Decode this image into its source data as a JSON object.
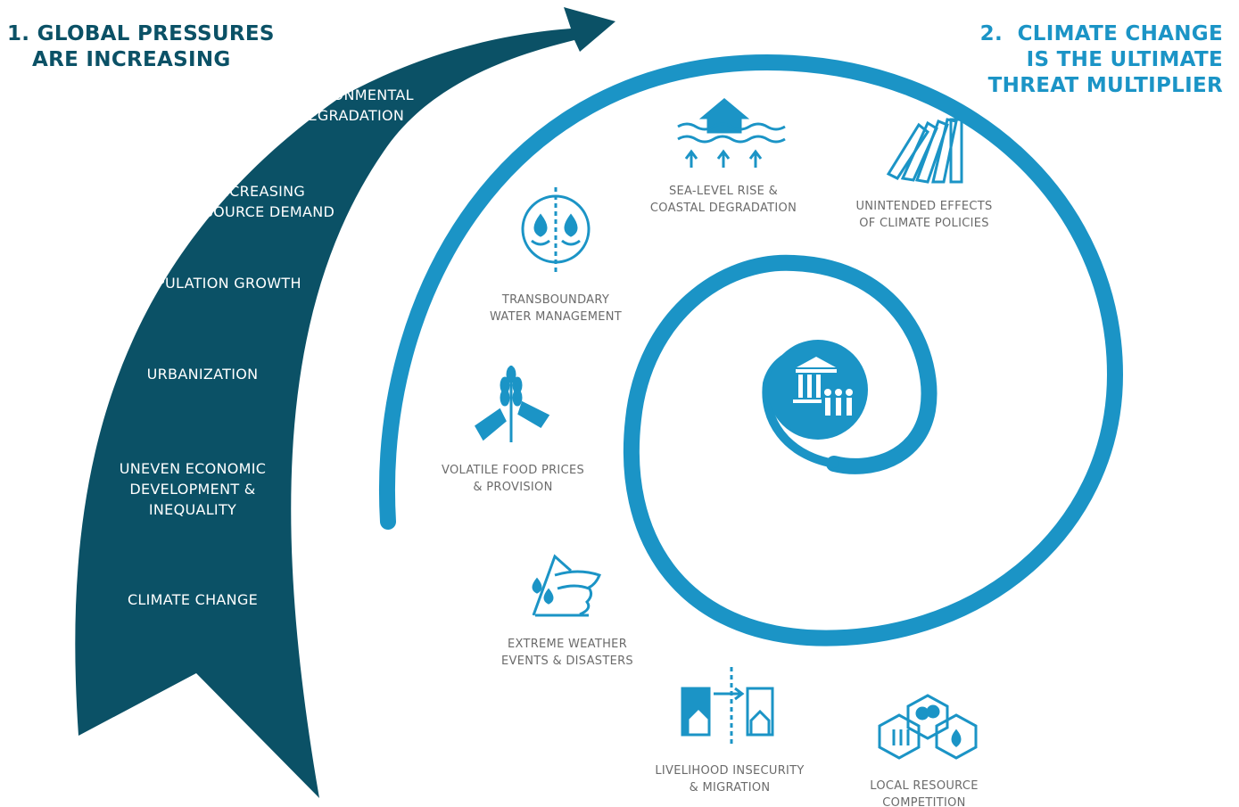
{
  "headings": {
    "left": {
      "number": "1.",
      "lines": [
        "GLOBAL PRESSURES",
        "ARE INCREASING"
      ]
    },
    "right": {
      "number": "2.",
      "lines": [
        "CLIMATE CHANGE",
        "IS THE ULTIMATE",
        "THREAT MULTIPLIER"
      ]
    }
  },
  "pressures": [
    "ENVIRONMENTAL\nDEGRADATION",
    "INCREASING\nRESOURCE DEMAND",
    "POPULATION GROWTH",
    "URBANIZATION",
    "UNEVEN ECONOMIC\nDEVELOPMENT &\nINEQUALITY",
    "CLIMATE CHANGE"
  ],
  "risks": [
    {
      "label": "SEA-LEVEL RISE &\nCOASTAL DEGRADATION",
      "icon": "sea-level-rise-icon"
    },
    {
      "label": "UNINTENDED EFFECTS\nOF CLIMATE POLICIES",
      "icon": "falling-dominoes-icon"
    },
    {
      "label": "TRANSBOUNDARY\nWATER MANAGEMENT",
      "icon": "water-drops-icon"
    },
    {
      "label": "VOLATILE FOOD PRICES\n& PROVISION",
      "icon": "wheat-price-tag-icon"
    },
    {
      "label": "EXTREME WEATHER\nEVENTS & DISASTERS",
      "icon": "tornado-icon"
    },
    {
      "label": "LIVELIHOOD INSECURITY\n& MIGRATION",
      "icon": "migration-icon"
    },
    {
      "label": "LOCAL RESOURCE\nCOMPETITION",
      "icon": "resource-competition-icon"
    }
  ],
  "center_icon": "government-people-icon",
  "colors": {
    "dark_teal": "#0b5166",
    "blue": "#1b94c6",
    "gray_text": "#6b6b6b"
  }
}
